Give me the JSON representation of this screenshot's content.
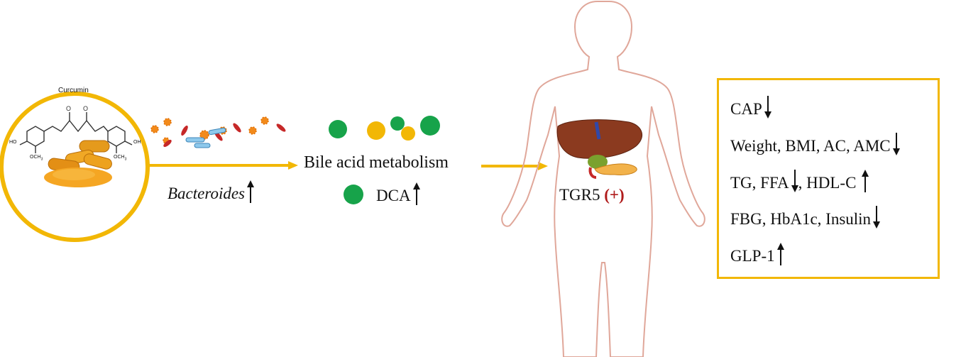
{
  "curcumin": {
    "title": "Curcumin",
    "group_left": "OCH",
    "group_right": "OCH",
    "ho_left": "HO",
    "oh_right": "OH"
  },
  "bacteria": {
    "label": "Bacteroides"
  },
  "bile": {
    "label": "Bile acid metabolism",
    "dca_label": "DCA"
  },
  "body": {
    "receptor": "TGR5",
    "receptor_effect": "(+)"
  },
  "outcomes": [
    {
      "text": "CAP",
      "direction": "down"
    },
    {
      "text": "Weight, BMI, AC, AMC",
      "direction": "down"
    },
    {
      "text": "TG, FFA",
      "direction": "down",
      "suffix": ", HDL-C",
      "suffix_direction": "up"
    },
    {
      "text": "FBG, HbA1c, Insulin",
      "direction": "down"
    },
    {
      "text": "GLP-1",
      "direction": "up"
    }
  ],
  "colors": {
    "accent_yellow": "#f2b705",
    "dca_green": "#17a34a",
    "bacteria_orange": "#f28a1b",
    "bacteria_red": "#c62828",
    "bacteria_blue": "#5aa6d6",
    "body_outline": "#e0a79a",
    "effect_red": "#b01c1c"
  }
}
